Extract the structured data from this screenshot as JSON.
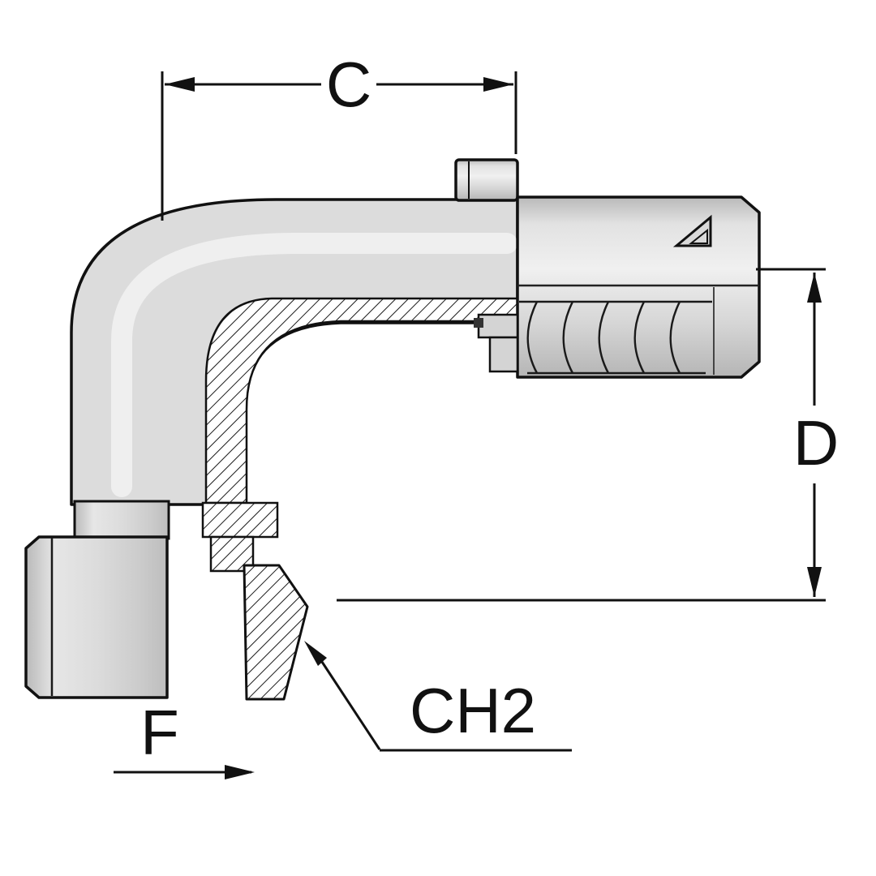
{
  "page": {
    "background": "#ffffff"
  },
  "drawing": {
    "kind": "technical-line-drawing",
    "subject": "90-degree elbow hose fitting with crimp ferrule, half-section view",
    "body_color": "#dcdcdc",
    "outline_color": "#111111"
  },
  "dimensions": {
    "c": {
      "label": "C"
    },
    "d": {
      "label": "D"
    },
    "f": {
      "label": "F"
    },
    "ch2": {
      "label": "CH2"
    }
  }
}
